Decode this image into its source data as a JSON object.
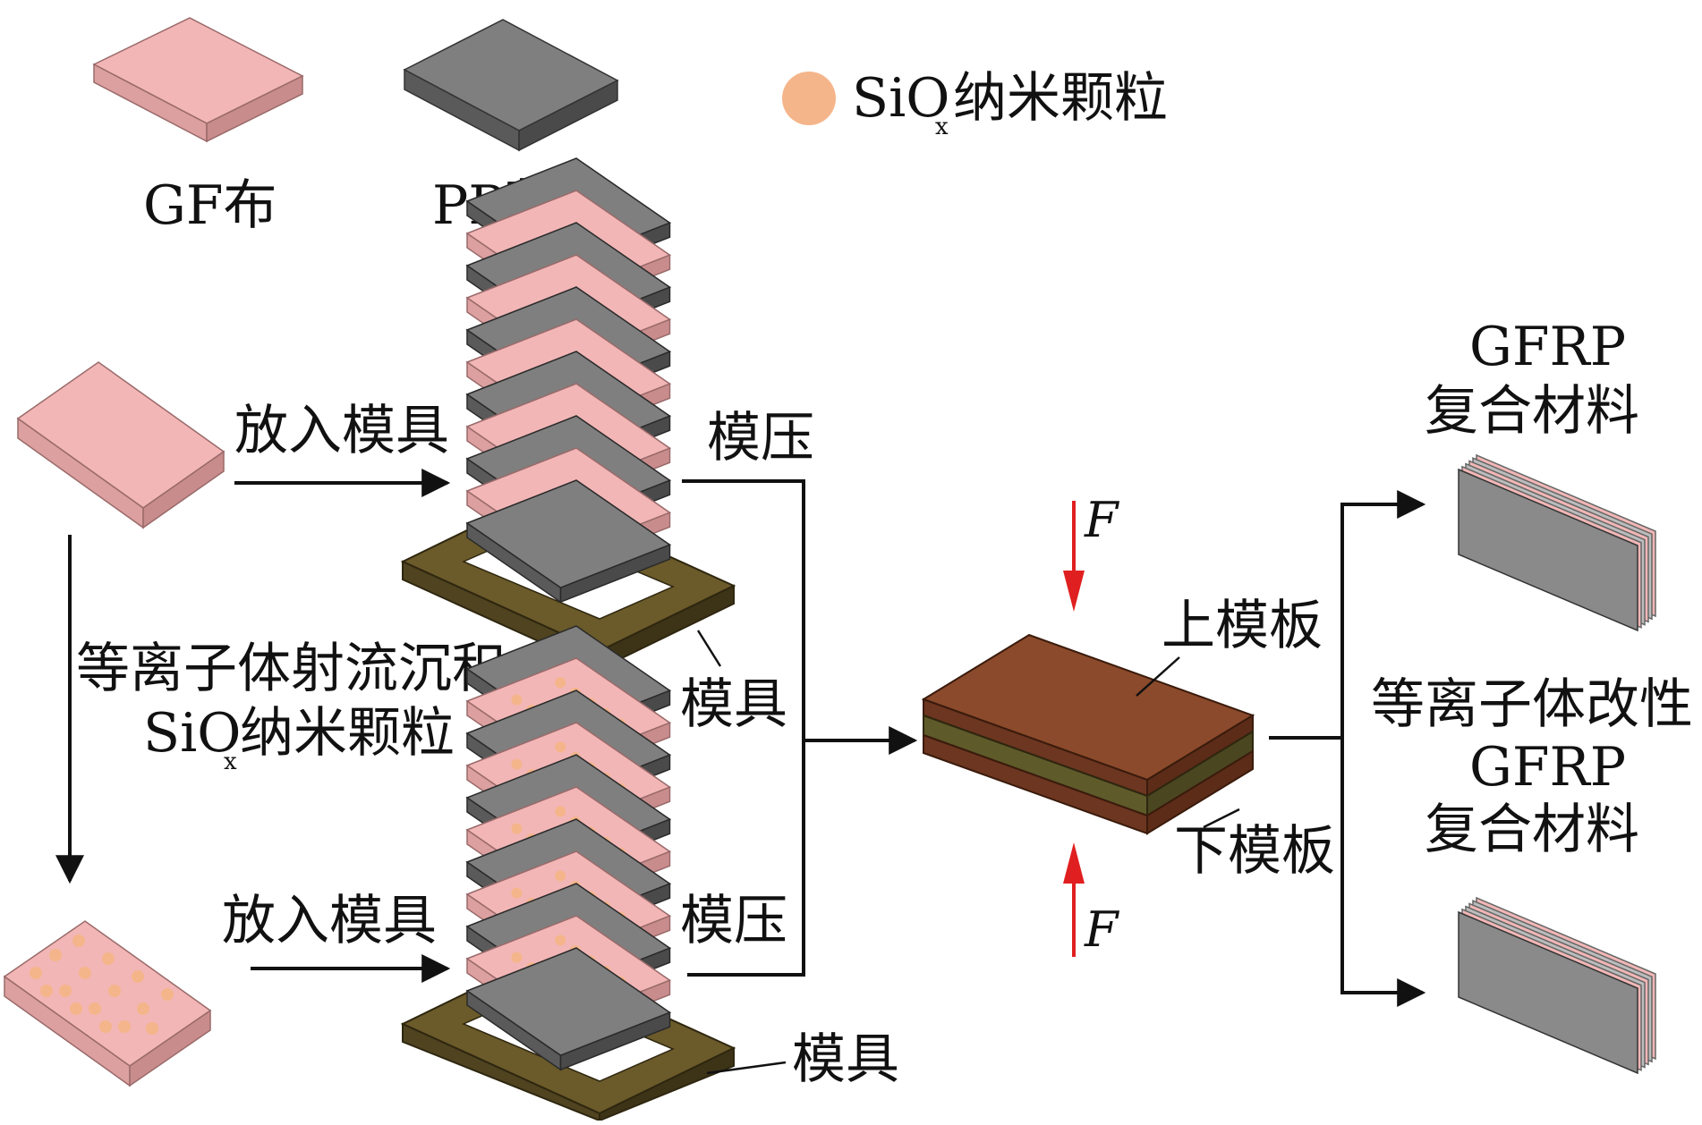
{
  "colors": {
    "gf_top": "#f2b6b6",
    "gf_front": "#dca0a0",
    "gf_side": "#c98c8c",
    "pp_top": "#7f7f7f",
    "pp_front": "#5a5a5a",
    "pp_side": "#4a4a4a",
    "mold": "#6b5a2a",
    "mold_dark": "#4f4320",
    "plate_top": "#8b4a2b",
    "plate_front": "#6d3620",
    "plate_mid": "#5e5a2a",
    "dot": "#f5b58a",
    "force_arrow": "#e02020",
    "line": "#111111",
    "composite_face": "#8a8a8a"
  },
  "legend": {
    "gf_cloth": "GF布",
    "pp_film": "PP薄膜",
    "sio_main": "SiO",
    "sio_sub": "x",
    "sio_rest": "纳米颗粒"
  },
  "labels": {
    "put_in_mold_top": "放入模具",
    "put_in_mold_bottom": "放入模具",
    "press_top": "模压",
    "press_bottom": "模压",
    "mold_top": "模具",
    "mold_bottom": "模具",
    "plasma_line1": "等离子体射流沉积",
    "plasma_line2_main": "SiO",
    "plasma_line2_sub": "x",
    "plasma_line2_rest": "纳米颗粒",
    "upper_plate": "上模板",
    "lower_plate": "下模板",
    "force_top": "F",
    "force_bottom": "F",
    "gfrp_title1": "GFRP",
    "gfrp_title2": "复合材料",
    "mod_line1": "等离子体改性",
    "mod_line2": "GFRP",
    "mod_line3": "复合材料"
  }
}
